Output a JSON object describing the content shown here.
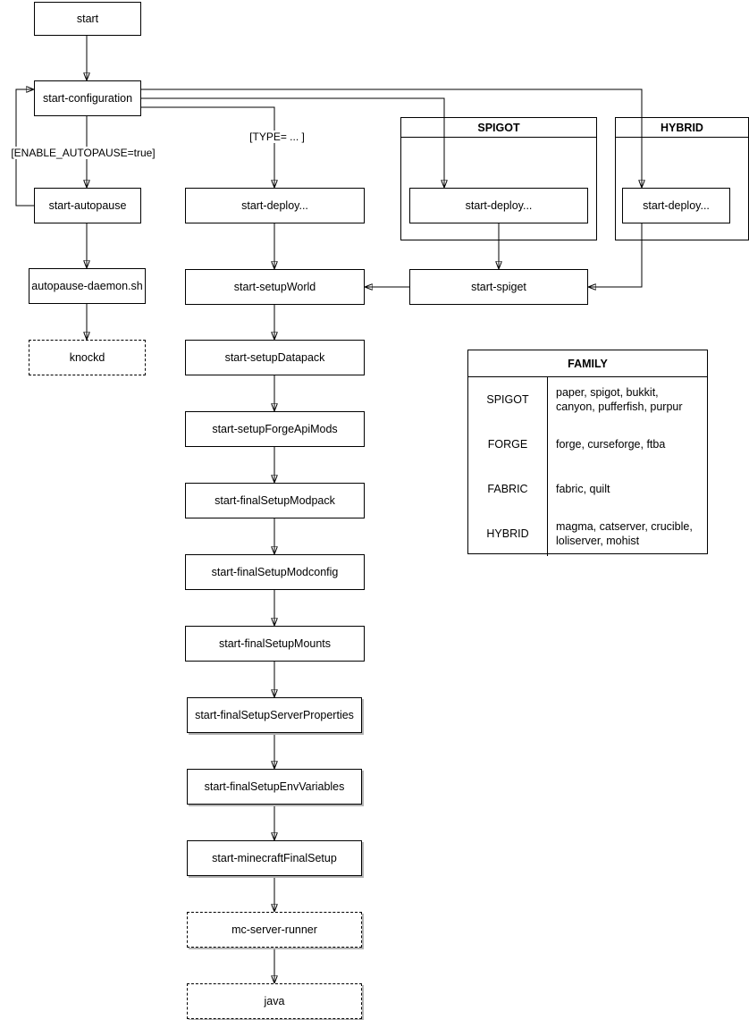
{
  "diagram": {
    "nodes": {
      "start": "start",
      "start_configuration": "start-configuration",
      "start_autopause": "start-autopause",
      "autopause_daemon": "autopause-daemon.sh",
      "knockd": "knockd",
      "start_deploy_type": "start-deploy...",
      "start_deploy_spigot": "start-deploy...",
      "start_deploy_hybrid": "start-deploy...",
      "start_setup_world": "start-setupWorld",
      "start_spiget": "start-spiget",
      "start_setup_datapack": "start-setupDatapack",
      "start_setup_forge_api_mods": "start-setupForgeApiMods",
      "start_final_setup_modpack": "start-finalSetupModpack",
      "start_final_setup_modconfig": "start-finalSetupModconfig",
      "start_final_setup_mounts": "start-finalSetupMounts",
      "start_final_setup_server_properties": "start-finalSetupServerProperties",
      "start_final_setup_env_variables": "start-finalSetupEnvVariables",
      "start_minecraft_final_setup": "start-minecraftFinalSetup",
      "mc_server_runner": "mc-server-runner",
      "java": "java"
    },
    "groups": {
      "spigot": "SPIGOT",
      "hybrid": "HYBRID"
    },
    "edge_labels": {
      "enable_autopause": "[ENABLE_AUTOPAUSE=true]",
      "type": "[TYPE= ... ]"
    },
    "colors": {
      "stroke": "#000000",
      "background": "#ffffff",
      "shadow": "#b3b3b3"
    }
  },
  "family_table": {
    "title": "FAMILY",
    "rows": [
      {
        "family": "SPIGOT",
        "members": "paper, spigot, bukkit, canyon, pufferfish, purpur"
      },
      {
        "family": "FORGE",
        "members": "forge, curseforge, ftba"
      },
      {
        "family": "FABRIC",
        "members": "fabric, quilt"
      },
      {
        "family": "HYBRID",
        "members": "magma, catserver, crucible, loliserver, mohist"
      }
    ]
  }
}
